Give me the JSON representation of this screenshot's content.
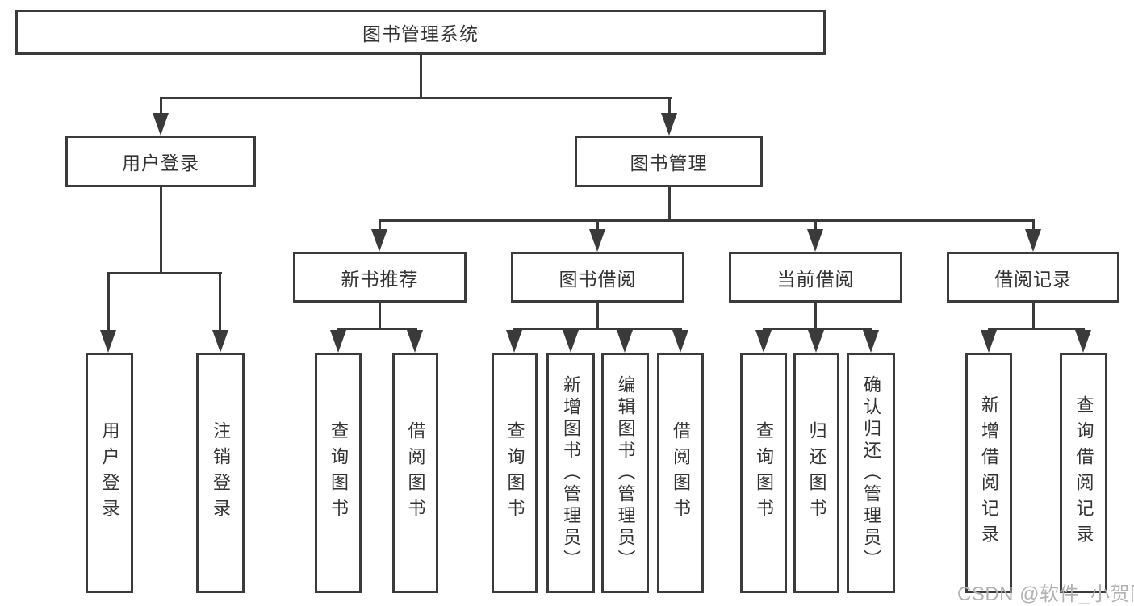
{
  "tree": {
    "label": "图书管理系统",
    "children": [
      {
        "label": "用户登录",
        "children": [
          {
            "label": "用户登录"
          },
          {
            "label": "注销登录"
          }
        ]
      },
      {
        "label": "图书管理",
        "children": [
          {
            "label": "新书推荐",
            "children": [
              {
                "label": "查询图书"
              },
              {
                "label": "借阅图书"
              }
            ]
          },
          {
            "label": "图书借阅",
            "children": [
              {
                "label": "查询图书"
              },
              {
                "label": "新增图书（管理员）"
              },
              {
                "label": "编辑图书（管理员）"
              },
              {
                "label": "借阅图书"
              }
            ]
          },
          {
            "label": "当前借阅",
            "children": [
              {
                "label": "查询图书"
              },
              {
                "label": "归还图书"
              },
              {
                "label": "确认归还（管理员）"
              }
            ]
          },
          {
            "label": "借阅记录",
            "children": [
              {
                "label": "新增借阅记录"
              },
              {
                "label": "查询借阅记录"
              }
            ]
          }
        ]
      }
    ]
  },
  "watermark": {
    "text": "CSDN @软件_小贺同学"
  },
  "colors": {
    "line": "#3a3a3a",
    "border": "#3b3b3b",
    "text": "#333333",
    "watermark": "#b2b2b2",
    "background": "#ffffff"
  }
}
